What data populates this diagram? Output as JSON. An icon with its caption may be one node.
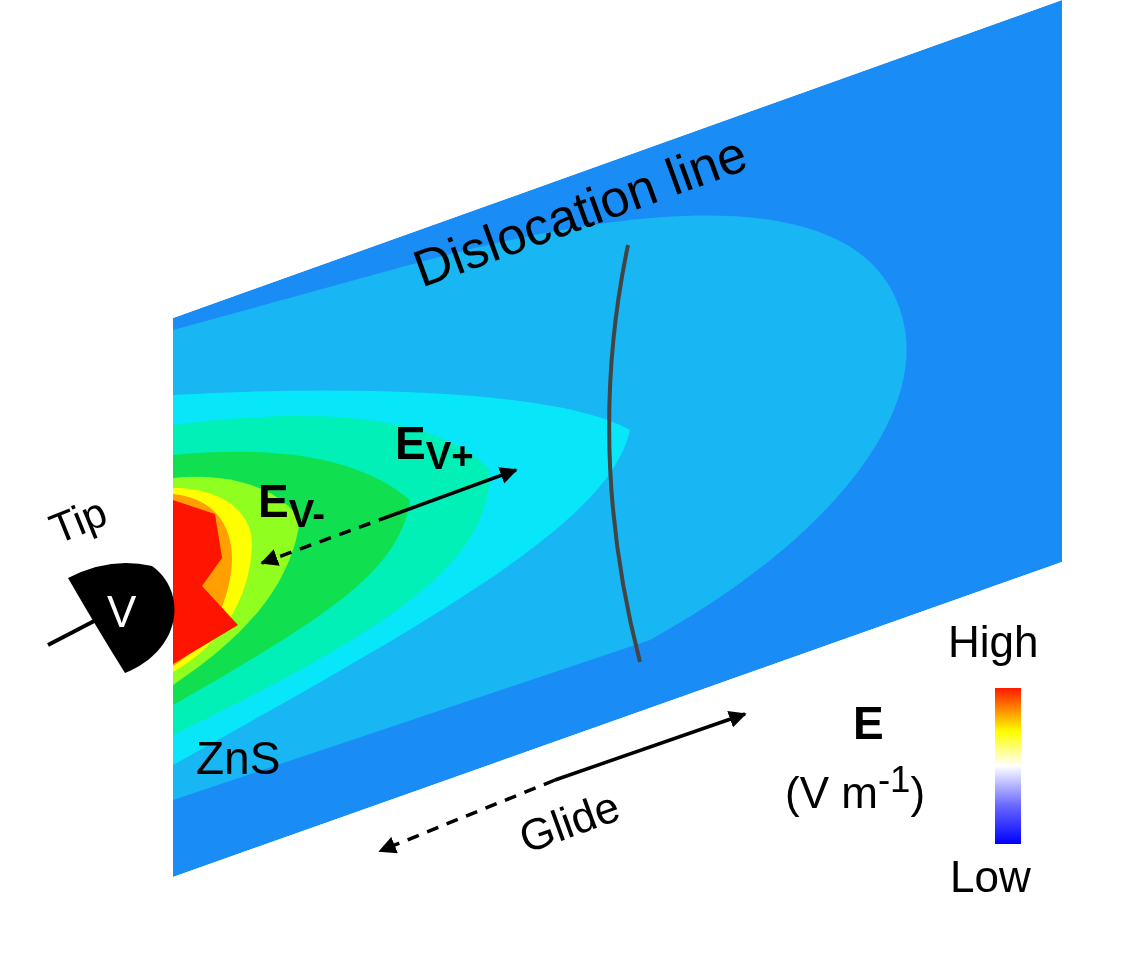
{
  "diagram": {
    "nodes": [
      {
        "text": [
          "ZnS"
        ]
      },
      {
        "text": [
          "V"
        ],
        "beside": [
          "Tip"
        ]
      },
      {
        "text": [],
        "shape": "bar"
      }
    ],
    "labels": [
      "Dislocation line",
      "E$_{V+}$",
      "E$_{V-}$",
      "Glide",
      "High",
      "E",
      "(V m$^{-1}$)",
      "Low"
    ]
  }
}
